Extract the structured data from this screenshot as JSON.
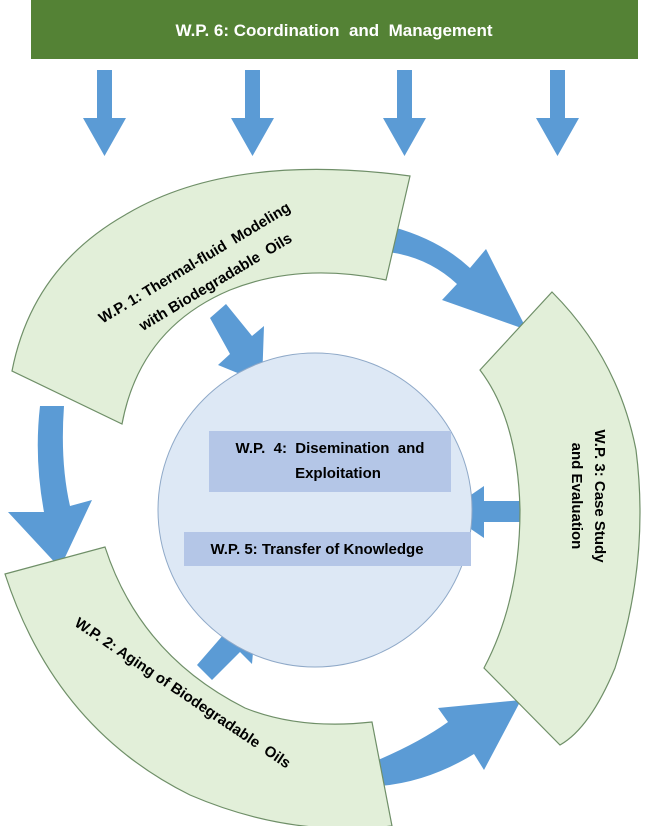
{
  "colors": {
    "banner_fill": "#548235",
    "banner_text": "#ffffff",
    "arrow_fill": "#5b9bd5",
    "segment_fill": "#e2efd9",
    "segment_stroke": "#6f8f68",
    "circle_fill": "#dde8f5",
    "circle_stroke": "#8fa9c8",
    "label_box_fill": "#b4c6e7"
  },
  "banner": {
    "text": "W.P. 6: Coordination  and  Management"
  },
  "segments": {
    "wp1": {
      "line1": "W.P. 1: Thermal-fluid  Modeling",
      "line2": "with Biodegradable  Oils"
    },
    "wp2": {
      "line1": "W.P. 2: Aging of Biodegradable  Oils"
    },
    "wp3": {
      "line1": "W.P. 3: Case Study",
      "line2": "and Evaluation"
    }
  },
  "center": {
    "wp4": {
      "line1": "W.P.  4:  Disemination  and",
      "line2": "Exploitation"
    },
    "wp5": {
      "line1": "W.P. 5: Transfer of Knowledge"
    }
  }
}
